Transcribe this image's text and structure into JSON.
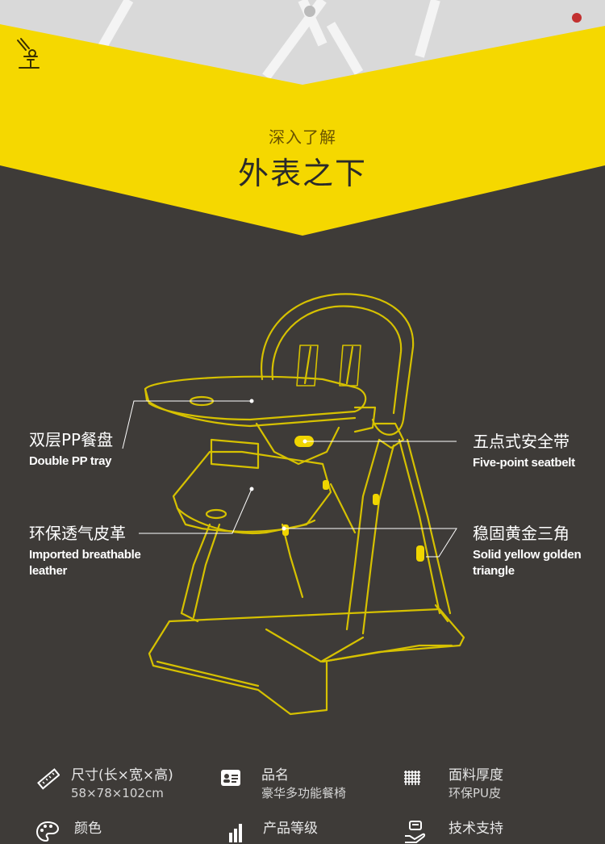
{
  "header": {
    "subtitle": "深入了解",
    "title": "外表之下"
  },
  "colors": {
    "accent_yellow": "#f5d800",
    "dark_bg": "#3e3b38",
    "outline_yellow": "#d8c400"
  },
  "callouts": [
    {
      "cn": "双层PP餐盘",
      "en": "Double PP tray"
    },
    {
      "cn": "五点式安全带",
      "en": "Five-point seatbelt"
    },
    {
      "cn": "环保透气皮革",
      "en": "Imported breathable leather"
    },
    {
      "cn": "稳固黄金三角",
      "en": "Solid yellow golden triangle"
    }
  ],
  "specs": [
    {
      "icon": "ruler-icon",
      "name": "尺寸(长×宽×高)",
      "value": "58×78×102cm"
    },
    {
      "icon": "id-card-icon",
      "name": "品名",
      "value": "豪华多功能餐椅"
    },
    {
      "icon": "fabric-grid-icon",
      "name": "面料厚度",
      "value": "环保PU皮"
    },
    {
      "icon": "palette-icon",
      "name": "颜色",
      "value": ""
    },
    {
      "icon": "bar-chart-icon",
      "name": "产品等级",
      "value": ""
    },
    {
      "icon": "support-hand-icon",
      "name": "技术支持",
      "value": ""
    }
  ]
}
